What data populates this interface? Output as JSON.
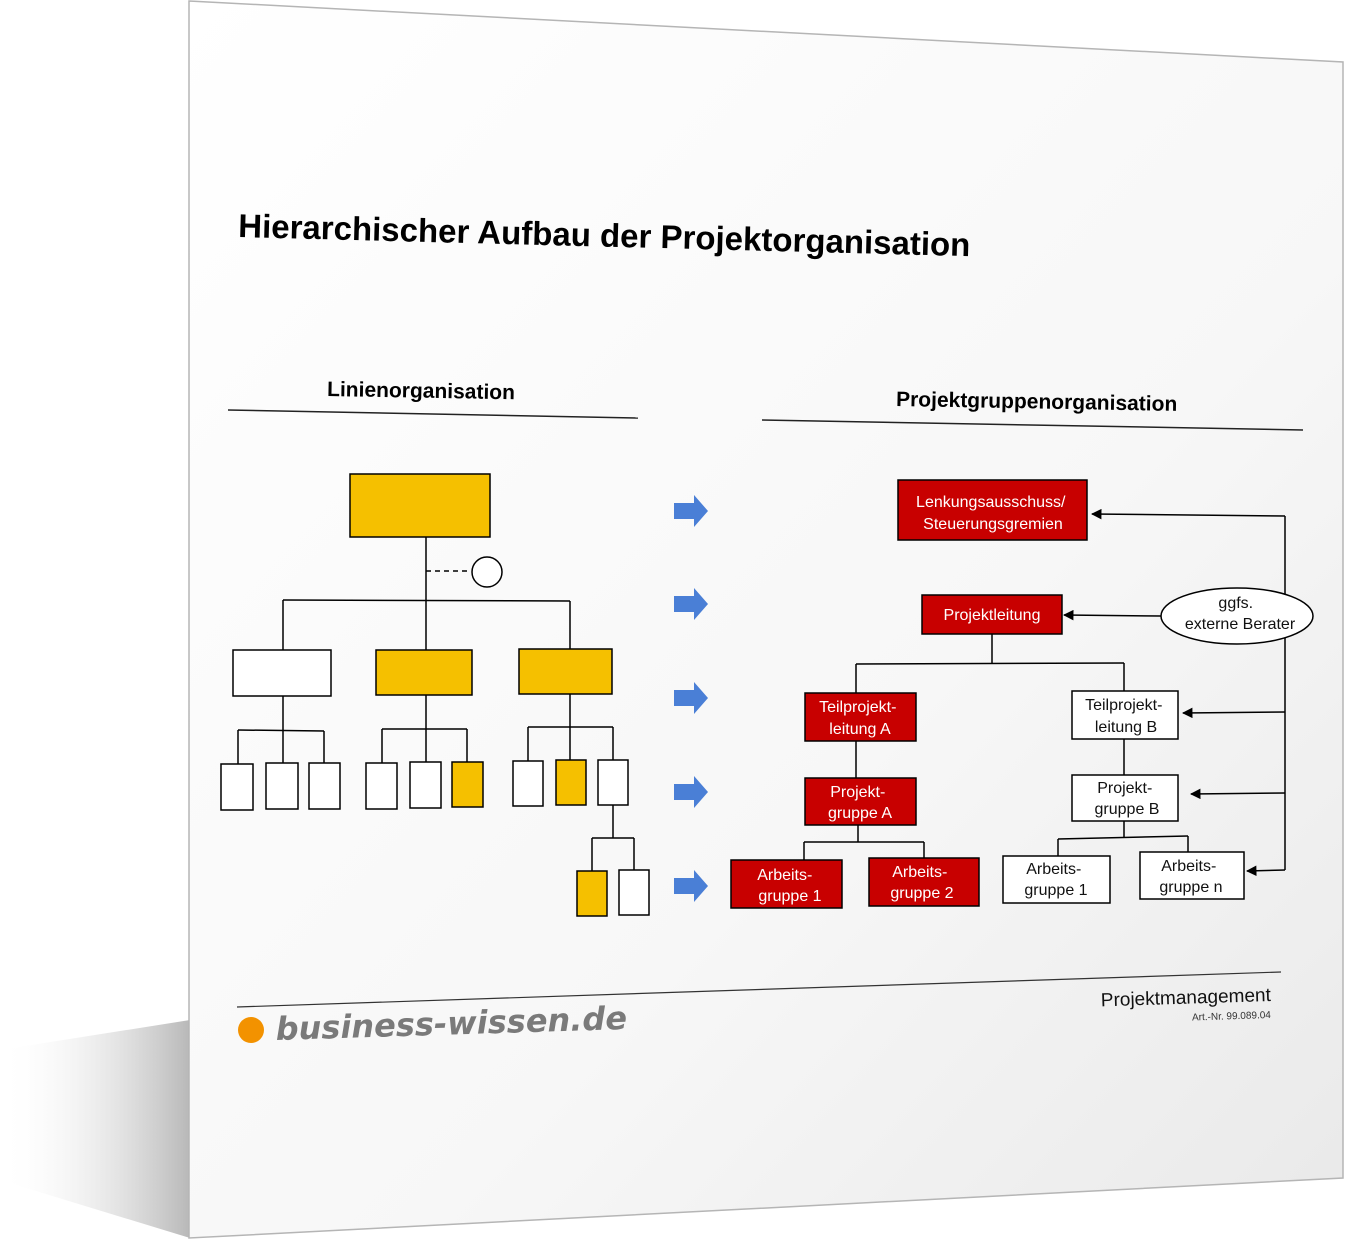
{
  "document": {
    "title": "Hierarchischer Aufbau der Projektorganisation"
  },
  "sections": {
    "left": "Linienorganisation",
    "right": "Projektgruppenorganisation"
  },
  "project_org": {
    "lenkungsausschuss": [
      "Lenkungsausschuss/",
      "Steuerungsgremien"
    ],
    "projektleitung": [
      "Projektleitung"
    ],
    "externe_berater": [
      "ggfs.",
      "externe Berater"
    ],
    "teilprojektleitung_a": [
      "Teilprojekt-",
      "leitung A"
    ],
    "teilprojektleitung_b": [
      "Teilprojekt-",
      "leitung B"
    ],
    "projektgruppe_a": [
      "Projekt-",
      "gruppe A"
    ],
    "projektgruppe_b": [
      "Projekt-",
      "gruppe B"
    ],
    "arbeitsgruppe_1_red": [
      "Arbeits-",
      "gruppe 1"
    ],
    "arbeitsgruppe_2_red": [
      "Arbeits-",
      "gruppe 2"
    ],
    "arbeitsgruppe_1_white": [
      "Arbeits-",
      "gruppe 1"
    ],
    "arbeitsgruppe_n_white": [
      "Arbeits-",
      "gruppe n"
    ]
  },
  "footer": {
    "brand": "business-wissen.de",
    "product": "Projektmanagement",
    "article_number": "Art.-Nr. 99.089.04"
  },
  "colors": {
    "yellow": "#f5c000",
    "red": "#c80000",
    "arrow_blue": "#4a7fd6",
    "brand_dot": "#f39200"
  }
}
